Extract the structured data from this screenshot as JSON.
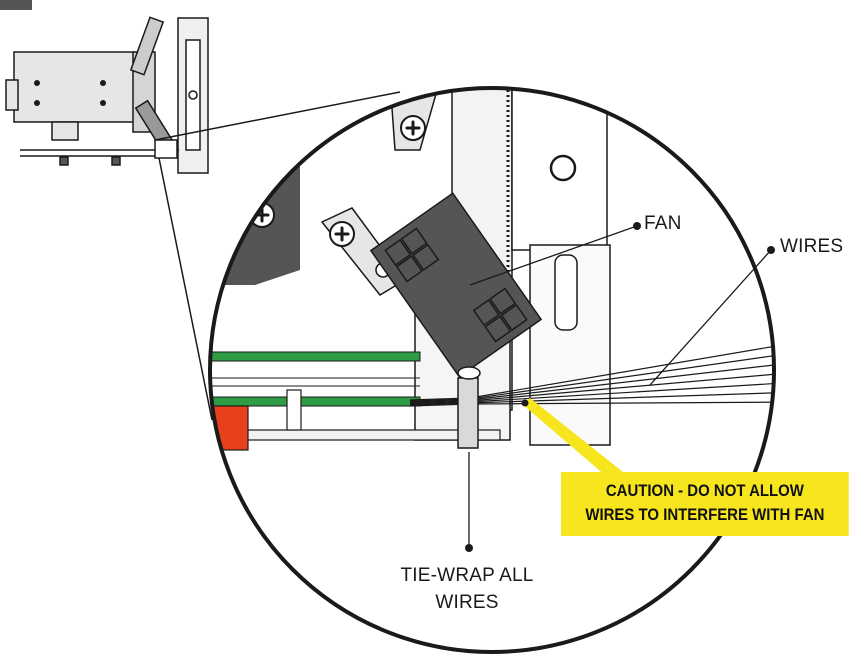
{
  "labels": {
    "fan": "FAN",
    "wires": "WIRES",
    "tie_wrap_line1": "TIE-WRAP ALL",
    "tie_wrap_line2": "WIRES",
    "caution_line1": "CAUTION - DO NOT ALLOW",
    "caution_line2": "WIRES TO INTERFERE WITH FAN"
  },
  "colors": {
    "caution_background": "#f7e51d",
    "caution_pointer": "#f7e51d",
    "fan_body": "#555555",
    "circuit_board": "#2e9b45",
    "red_block": "#e8401c",
    "outline": "#1a1a1a",
    "housing_fill": "#e6e6e6"
  },
  "icons": [
    "phillips-screw-icon",
    "leader-dot-icon"
  ]
}
